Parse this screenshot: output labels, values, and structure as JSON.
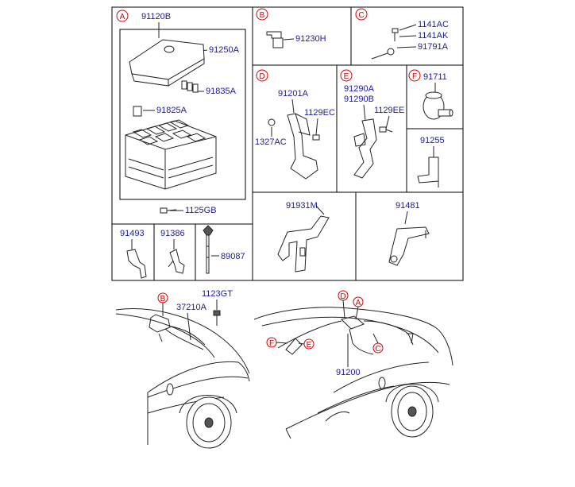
{
  "colors": {
    "part_number": "#1a1aa0",
    "ref_letter": "#d40000",
    "line": "#000000"
  },
  "sections": {
    "A": {
      "ref": "A",
      "labels": [
        "91120B",
        "91250A",
        "91835A",
        "91825A",
        "1125GB"
      ]
    },
    "B": {
      "ref": "B",
      "labels": [
        "91230H"
      ]
    },
    "C": {
      "ref": "C",
      "labels": [
        "1141AC",
        "1141AK",
        "91791A"
      ]
    },
    "D": {
      "ref": "D",
      "labels": [
        "91201A",
        "1129EC",
        "1327AC"
      ]
    },
    "E": {
      "ref": "E",
      "labels": [
        "91290A",
        "91290B",
        "1129EE"
      ]
    },
    "F": {
      "ref": "F",
      "labels": [
        "91711"
      ]
    },
    "G": {
      "labels": [
        "91255"
      ]
    },
    "H": {
      "labels": [
        "91931M"
      ]
    },
    "I": {
      "labels": [
        "91481"
      ]
    },
    "J": {
      "labels": [
        "91493"
      ]
    },
    "K": {
      "labels": [
        "91386"
      ]
    },
    "L": {
      "labels": [
        "89087"
      ]
    }
  },
  "illustrations": {
    "left": {
      "ref": "B",
      "labels": [
        "37210A",
        "1123GT"
      ]
    },
    "right": {
      "refs": [
        "D",
        "A",
        "F",
        "E",
        "C"
      ],
      "labels": [
        "91200"
      ]
    }
  }
}
